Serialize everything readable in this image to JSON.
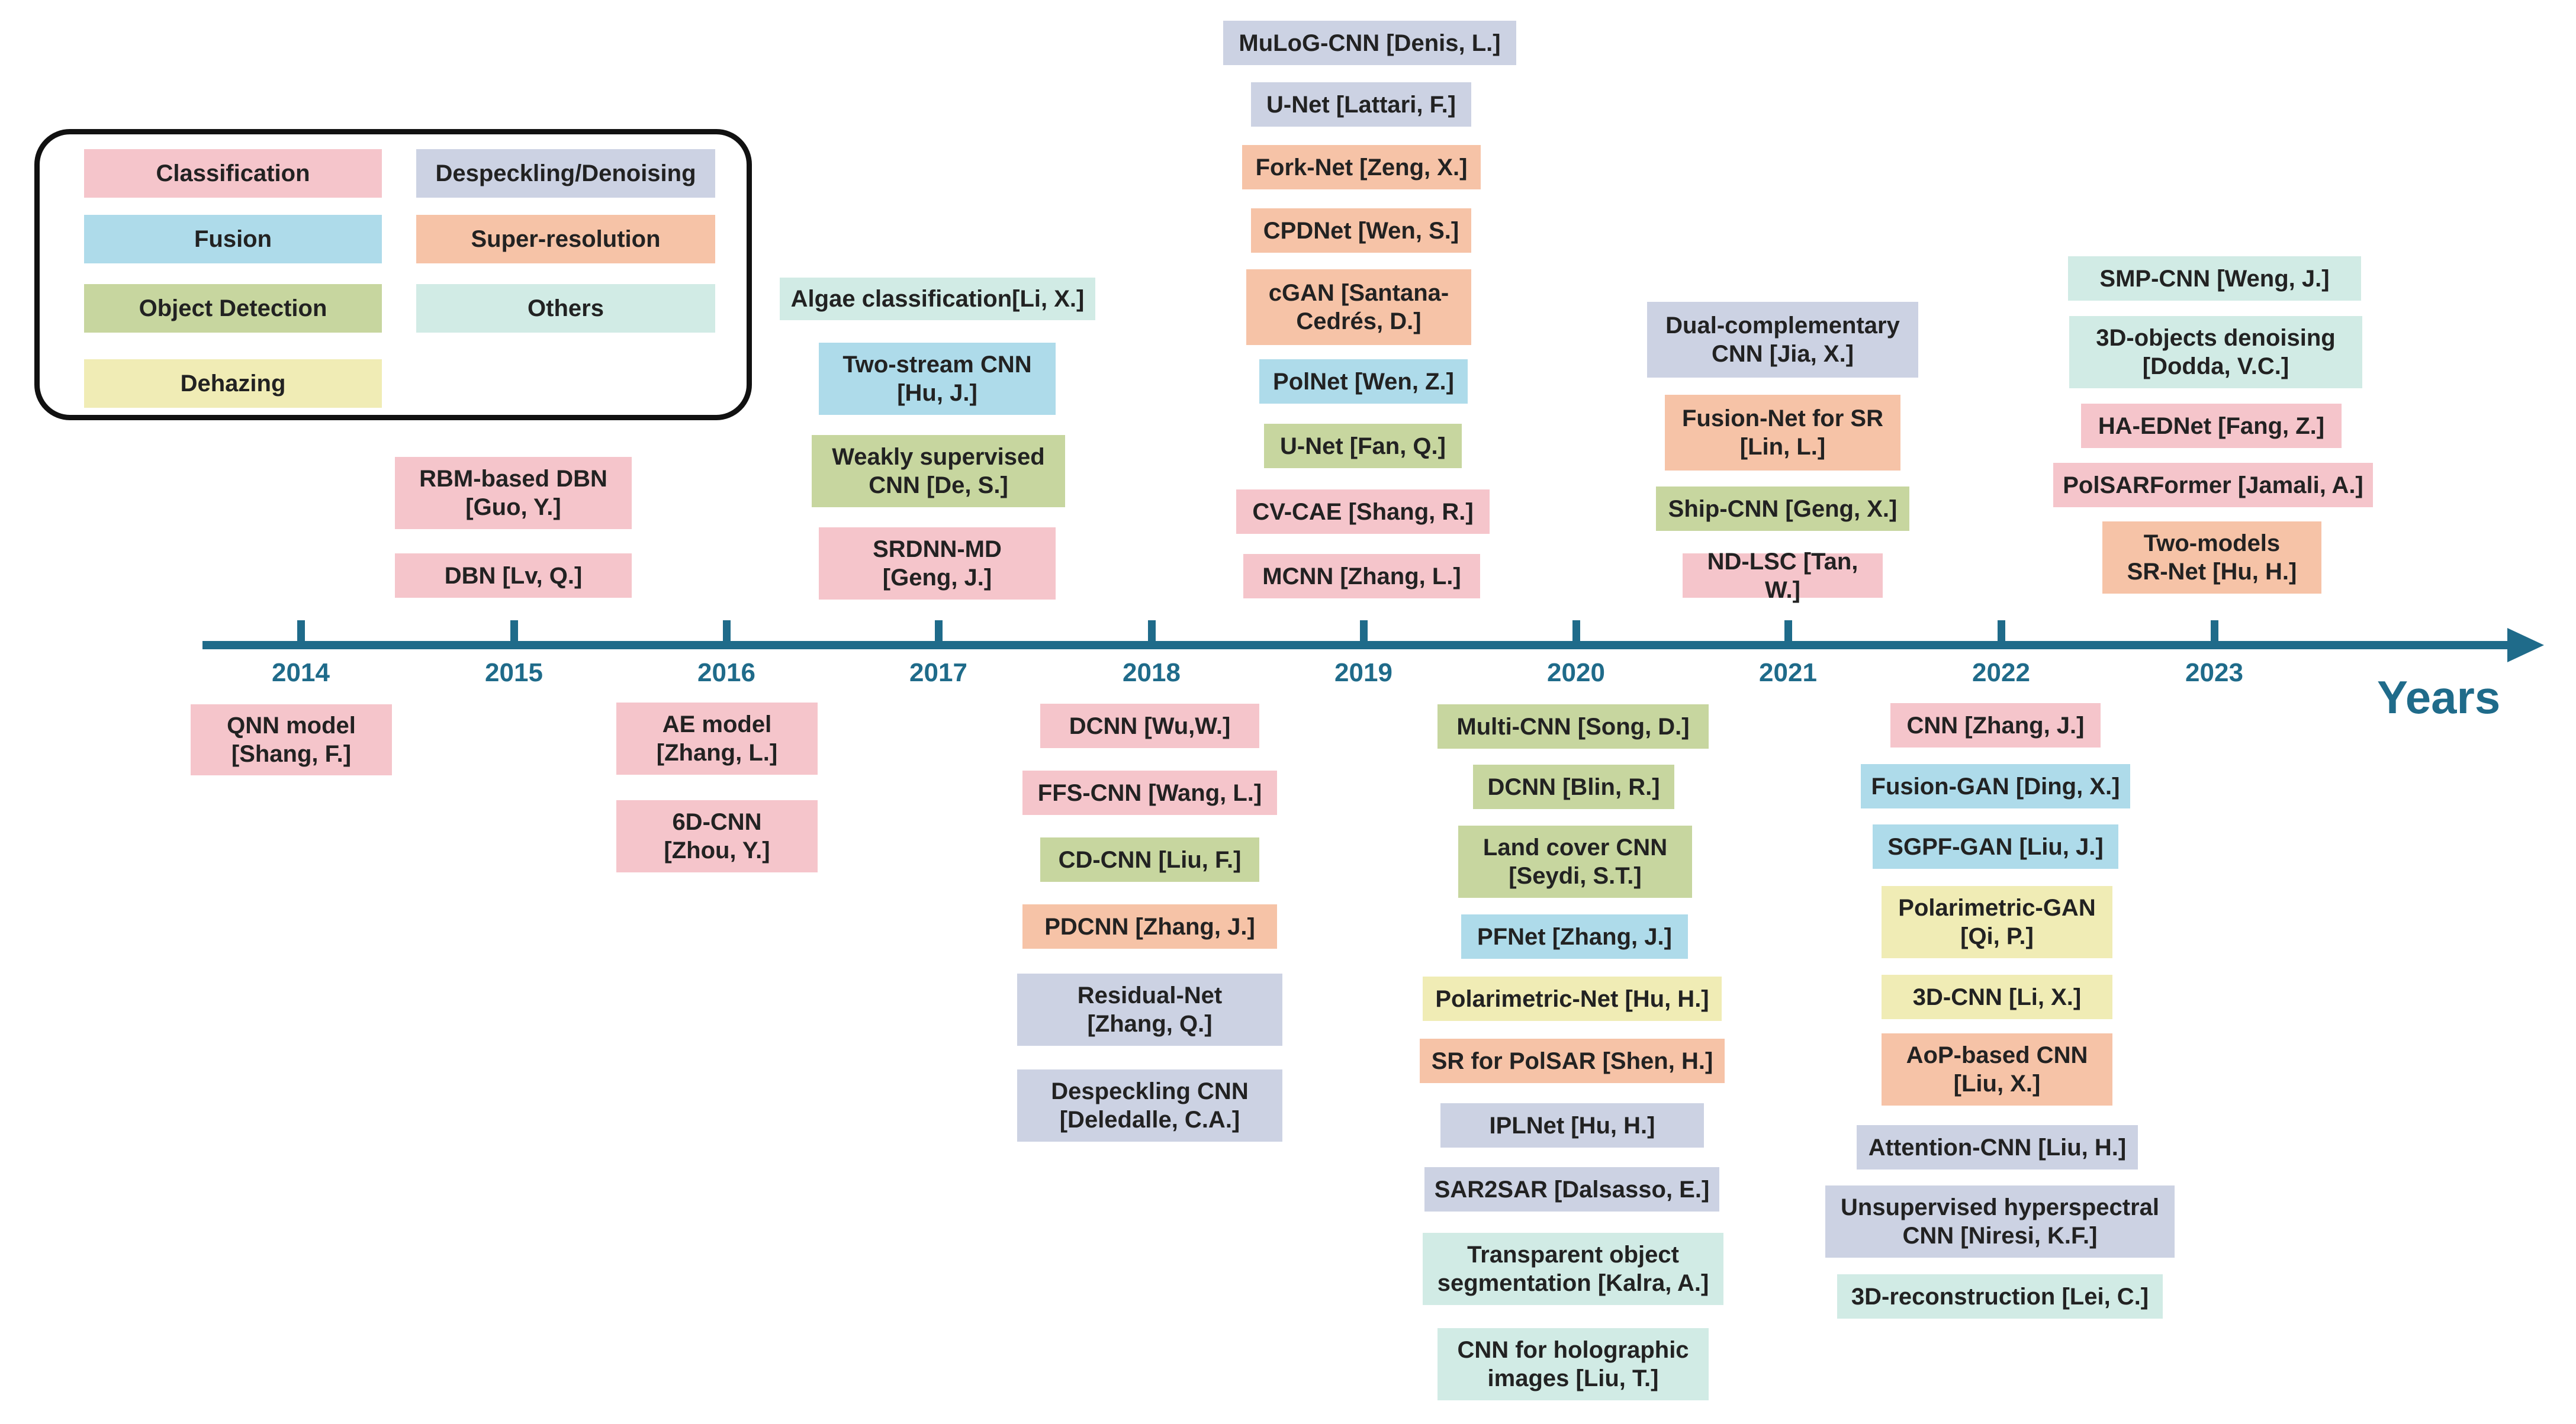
{
  "colors": {
    "Classification": "#f5c5cb",
    "Fusion": "#aedbea",
    "Object Detection": "#c7d69f",
    "Dehazing": "#f0ecb5",
    "Despeckling/Denoising": "#ccd2e3",
    "Super-resolution": "#f6c3a7",
    "Others": "#d1ebe5",
    "axis": "#1f6b8a"
  },
  "legend": [
    {
      "label": "Classification",
      "category": "Classification"
    },
    {
      "label": "Fusion",
      "category": "Fusion"
    },
    {
      "label": "Object Detection",
      "category": "Object Detection"
    },
    {
      "label": "Dehazing",
      "category": "Dehazing"
    },
    {
      "label": "Despeckling/Denoising",
      "category": "Despeckling/Denoising"
    },
    {
      "label": "Super-resolution",
      "category": "Super-resolution"
    },
    {
      "label": "Others",
      "category": "Others"
    }
  ],
  "axis_label": "Years",
  "years": [
    "2014",
    "2015",
    "2016",
    "2017",
    "2018",
    "2019",
    "2020",
    "2021",
    "2022",
    "2023"
  ],
  "entries": [
    {
      "label": "QNN model\n[Shang, F.]",
      "category": "Classification"
    },
    {
      "label": "RBM-based DBN\n[Guo, Y.]",
      "category": "Classification"
    },
    {
      "label": "DBN [Lv, Q.]",
      "category": "Classification"
    },
    {
      "label": "AE model\n[Zhang, L.]",
      "category": "Classification"
    },
    {
      "label": "6D-CNN\n[Zhou, Y.]",
      "category": "Classification"
    },
    {
      "label": "Algae classification[Li, X.]",
      "category": "Others"
    },
    {
      "label": "Two-stream CNN\n[Hu, J.]",
      "category": "Fusion"
    },
    {
      "label": "Weakly supervised\nCNN [De, S.]",
      "category": "Object Detection"
    },
    {
      "label": "SRDNN-MD\n[Geng, J.]",
      "category": "Classification"
    },
    {
      "label": "DCNN [Wu,W.]",
      "category": "Classification"
    },
    {
      "label": "FFS-CNN [Wang, L.]",
      "category": "Classification"
    },
    {
      "label": "CD-CNN [Liu, F.]",
      "category": "Object Detection"
    },
    {
      "label": "PDCNN [Zhang, J.]",
      "category": "Super-resolution"
    },
    {
      "label": "Residual-Net\n[Zhang, Q.]",
      "category": "Despeckling/Denoising"
    },
    {
      "label": "Despeckling CNN\n[Deledalle, C.A.]",
      "category": "Despeckling/Denoising"
    },
    {
      "label": "MuLoG-CNN [Denis, L.]",
      "category": "Despeckling/Denoising"
    },
    {
      "label": "U-Net [Lattari, F.]",
      "category": "Despeckling/Denoising"
    },
    {
      "label": "Fork-Net [Zeng, X.]",
      "category": "Super-resolution"
    },
    {
      "label": "CPDNet [Wen, S.]",
      "category": "Super-resolution"
    },
    {
      "label": "cGAN [Santana-\nCedrés, D.]",
      "category": "Super-resolution"
    },
    {
      "label": "PolNet [Wen, Z.]",
      "category": "Fusion"
    },
    {
      "label": "U-Net [Fan, Q.]",
      "category": "Object Detection"
    },
    {
      "label": "CV-CAE [Shang, R.]",
      "category": "Classification"
    },
    {
      "label": "MCNN [Zhang, L.]",
      "category": "Classification"
    },
    {
      "label": "Multi-CNN [Song, D.]",
      "category": "Object Detection"
    },
    {
      "label": "DCNN [Blin, R.]",
      "category": "Object Detection"
    },
    {
      "label": "Land cover CNN\n[Seydi, S.T.]",
      "category": "Object Detection"
    },
    {
      "label": "PFNet [Zhang, J.]",
      "category": "Fusion"
    },
    {
      "label": "Polarimetric-Net [Hu, H.]",
      "category": "Dehazing"
    },
    {
      "label": "SR for PolSAR [Shen, H.]",
      "category": "Super-resolution"
    },
    {
      "label": "IPLNet [Hu, H.]",
      "category": "Despeckling/Denoising"
    },
    {
      "label": "SAR2SAR [Dalsasso, E.]",
      "category": "Despeckling/Denoising"
    },
    {
      "label": "Transparent object\nsegmentation [Kalra, A.]",
      "category": "Others"
    },
    {
      "label": "CNN for holographic\nimages [Liu, T.]",
      "category": "Others"
    },
    {
      "label": "Dual-complementary\nCNN [Jia, X.]",
      "category": "Despeckling/Denoising"
    },
    {
      "label": "Fusion-Net for SR\n[Lin, L.]",
      "category": "Super-resolution"
    },
    {
      "label": "Ship-CNN [Geng, X.]",
      "category": "Object Detection"
    },
    {
      "label": "ND-LSC [Tan, W.]",
      "category": "Classification"
    },
    {
      "label": "CNN [Zhang, J.]",
      "category": "Classification"
    },
    {
      "label": "Fusion-GAN [Ding, X.]",
      "category": "Fusion"
    },
    {
      "label": "SGPF-GAN [Liu, J.]",
      "category": "Fusion"
    },
    {
      "label": "Polarimetric-GAN\n[Qi, P.]",
      "category": "Dehazing"
    },
    {
      "label": "3D-CNN [Li, X.]",
      "category": "Dehazing"
    },
    {
      "label": "AoP-based CNN\n[Liu, X.]",
      "category": "Super-resolution"
    },
    {
      "label": "Attention-CNN [Liu, H.]",
      "category": "Despeckling/Denoising"
    },
    {
      "label": "Unsupervised hyperspectral\nCNN [Niresi, K.F.]",
      "category": "Despeckling/Denoising"
    },
    {
      "label": "3D-reconstruction [Lei, C.]",
      "category": "Others"
    },
    {
      "label": "SMP-CNN [Weng, J.]",
      "category": "Others"
    },
    {
      "label": "3D-objects denoising\n[Dodda, V.C.]",
      "category": "Others"
    },
    {
      "label": "HA-EDNet [Fang, Z.]",
      "category": "Classification"
    },
    {
      "label": "PolSARFormer [Jamali, A.]",
      "category": "Classification"
    },
    {
      "label": "Two-models\nSR-Net [Hu, H.]",
      "category": "Super-resolution"
    }
  ]
}
